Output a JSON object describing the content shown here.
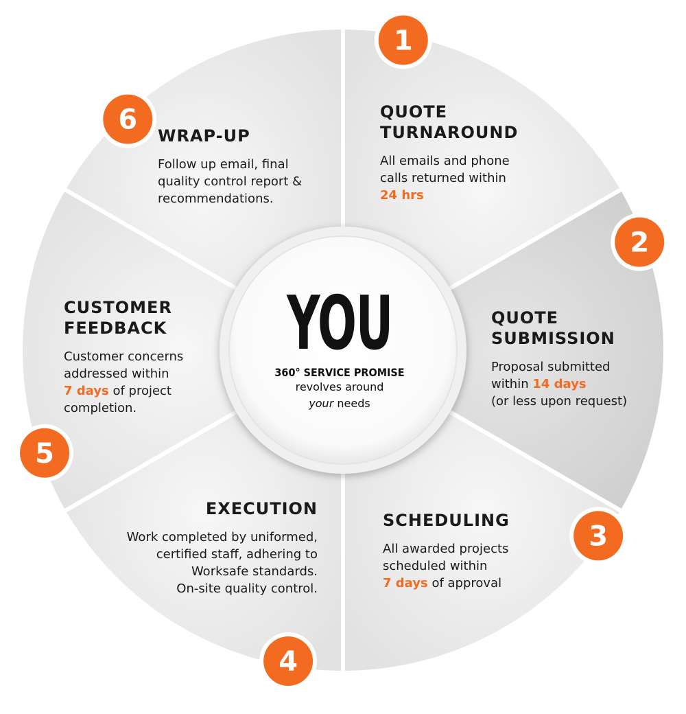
{
  "colors": {
    "accent": "#f26b21",
    "segment_light": "#ececec",
    "segment_dark": "#d4d4d4",
    "text": "#1a1a1a"
  },
  "center": {
    "title": "YOU",
    "promise": "360° SERVICE PROMISE",
    "line2": "revolves around",
    "line3_em": "your",
    "line3_rest": " needs"
  },
  "steps": [
    {
      "number": "1",
      "title1": "QUOTE",
      "title2": "TURNAROUND",
      "line1": "All emails and phone",
      "line2": "calls returned within",
      "highlight": "24 hrs"
    },
    {
      "number": "2",
      "title1": "QUOTE",
      "title2": "SUBMISSION",
      "line1": "Proposal submitted",
      "line2_pre": "within ",
      "highlight": "14 days",
      "line3": "(or less upon request)"
    },
    {
      "number": "3",
      "title1": "SCHEDULING",
      "line1": "All awarded projects",
      "line2": "scheduled within",
      "highlight": "7 days",
      "line3_post": " of approval"
    },
    {
      "number": "4",
      "title1": "EXECUTION",
      "line1": "Work completed by uniformed,",
      "line2": "certified staff, adhering to",
      "line3": "Worksafe standards.",
      "line4": "On-site quality control."
    },
    {
      "number": "5",
      "title1": "CUSTOMER",
      "title2": "FEEDBACK",
      "line1": "Customer concerns",
      "line2": "addressed within",
      "highlight": "7 days",
      "line3_post": " of project",
      "line4": "completion."
    },
    {
      "number": "6",
      "title1": "WRAP-UP",
      "line1": "Follow up email, final",
      "line2": "quality control report &",
      "line3": "recommendations."
    }
  ]
}
